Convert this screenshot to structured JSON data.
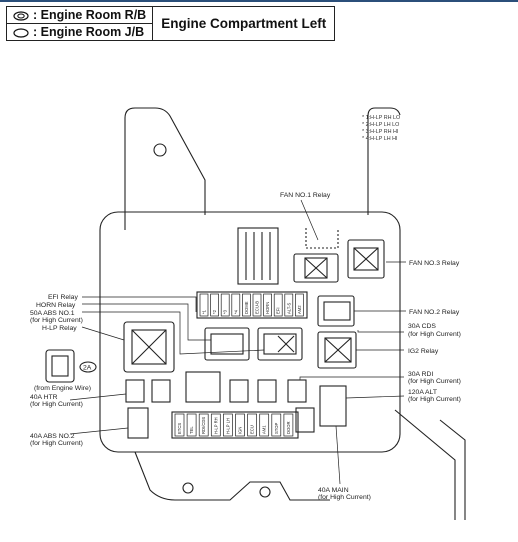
{
  "legend": {
    "row1_text": ": Engine Room R/B",
    "row2_text": ": Engine Room J/B",
    "title": "Engine Compartment Left"
  },
  "notes": [
    "* 1:H-LP RH LO",
    "* 2:H-LP LH LO",
    "* 3:H-LP RH HI",
    "* 4:H-LP LH HI"
  ],
  "labels": {
    "fan1": "FAN NO.1 Relay",
    "fan3": "FAN NO.3 Relay",
    "fan2": "FAN NO.2 Relay",
    "efi": "EFI Relay",
    "horn": "HORN Relay",
    "abs1_a": "50A ABS NO.1",
    "abs1_b": "(for High Current)",
    "hlp": "H-LP Relay",
    "cds_a": "30A CDS",
    "cds_b": "(for High Current)",
    "ig2": "IG2 Relay",
    "engine_wire": "(from Engine Wire)",
    "connector_code": "2A",
    "htr_a": "40A HTR",
    "htr_b": "(for High Current)",
    "rdi_a": "30A RDI",
    "rdi_b": "(for High Current)",
    "alt_a": "120A ALT",
    "alt_b": "(for High Current)",
    "abs2_a": "40A ABS NO.2",
    "abs2_b": "(for High Current)",
    "main_a": "40A MAIN",
    "main_b": "(for High Current)"
  },
  "fuse_row_upper": [
    "*1",
    "*2",
    "*3",
    "*4",
    "DOME",
    "ECU-B",
    "HORN",
    "EFI",
    "ALT-S",
    "AM2"
  ],
  "fuse_row_lower": [
    "ETCS",
    "TEL",
    "RDI/CDS",
    "H-LP RH",
    "H-LP LH",
    "IGN",
    "ECU",
    "AM1",
    "STOP",
    "DOOR"
  ]
}
